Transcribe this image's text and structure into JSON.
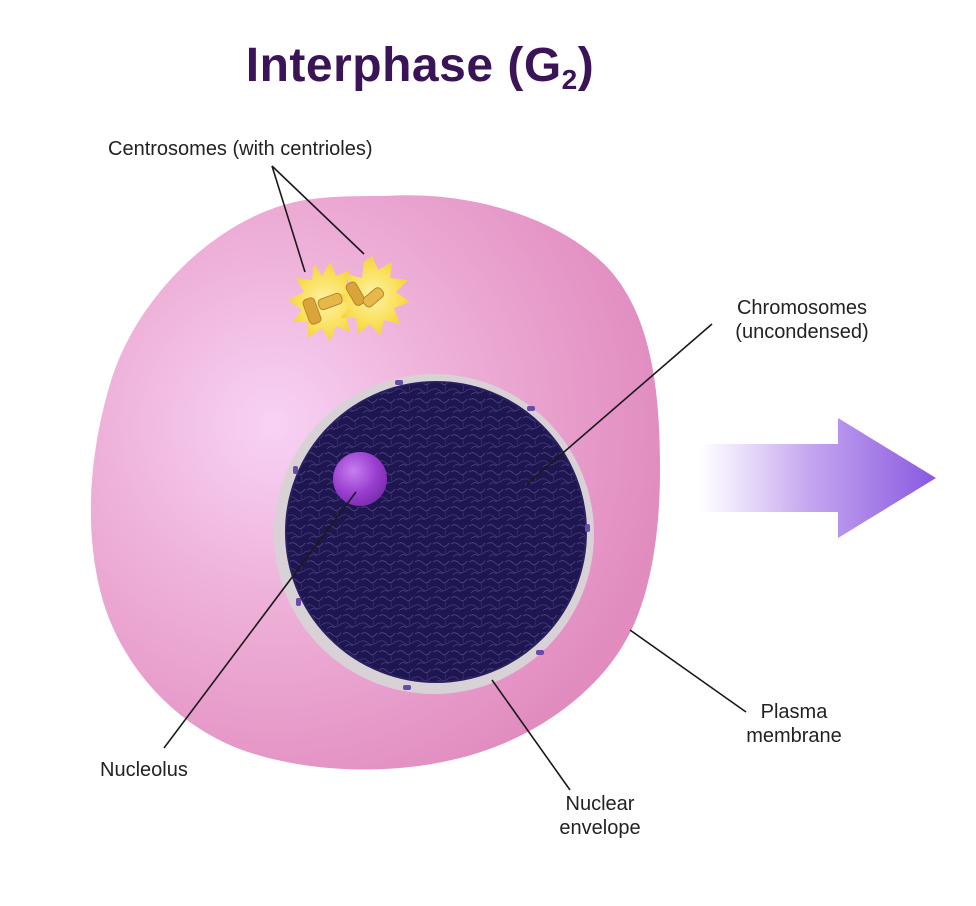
{
  "title": {
    "main": "Interphase (G",
    "subscript": "2",
    "close": ")"
  },
  "labels": {
    "centrosomes": "Centrosomes (with centrioles)",
    "chromosomes_line1": "Chromosomes",
    "chromosomes_line2": "(uncondensed)",
    "nucleolus": "Nucleolus",
    "plasma_line1": "Plasma",
    "plasma_line2": "membrane",
    "nuclear_line1": "Nuclear",
    "nuclear_line2": "envelope"
  },
  "colors": {
    "title": "#3b1458",
    "cell_fill": "#e596c6",
    "cell_highlight": "#f6c8f2",
    "nucleus_fill": "#1e1650",
    "nuclear_envelope": "#d6d0d4",
    "nucleolus": "#9a3fd0",
    "centrosome": "#f7d84a",
    "centriole": "#d9a53a",
    "arrow": "#8b5be0"
  }
}
